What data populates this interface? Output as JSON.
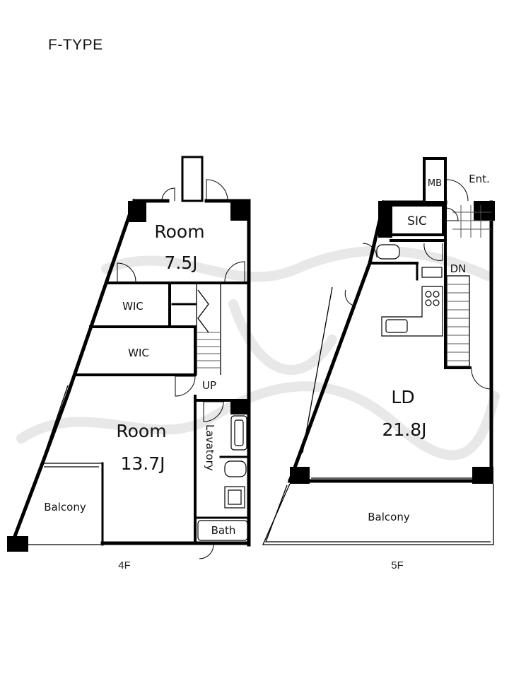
{
  "header": {
    "title": "F-TYPE"
  },
  "floors": {
    "fourth": {
      "label": "4F",
      "rooms": {
        "room_upper_name": "Room",
        "room_upper_size": "7.5J",
        "wic_upper": "WIC",
        "wic_lower": "WIC",
        "stair_direction": "UP",
        "room_lower_name": "Room",
        "room_lower_size": "13.7J",
        "lavatory": "Lavatory",
        "bath": "Bath",
        "balcony": "Balcony"
      }
    },
    "fifth": {
      "label": "5F",
      "rooms": {
        "mb": "MB",
        "entrance": "Ent.",
        "sic": "SIC",
        "stair_direction": "DN",
        "ld_name": "LD",
        "ld_size": "21.8J",
        "balcony": "Balcony"
      }
    }
  }
}
